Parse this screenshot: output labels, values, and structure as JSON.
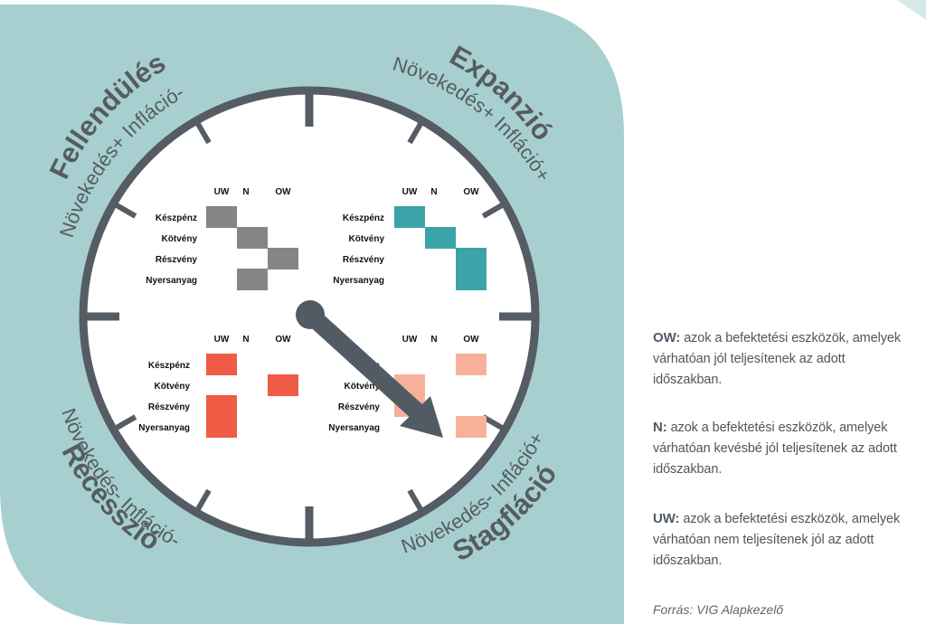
{
  "colors": {
    "background_panel": "#a7cfcf",
    "dial_face": "#ffffff",
    "dial_rim": "#555c63",
    "needle": "#525b64",
    "fellendules": "#858585",
    "expanzio": "#3aa4a9",
    "recesszio": "#f05b45",
    "stagflacio": "#f7b19b"
  },
  "quadrants": {
    "fellendules": {
      "title": "Fellendülés",
      "subtitle": "Növekedés+ Infláció-",
      "matrix": {
        "columns": [
          "UW",
          "N",
          "OW"
        ],
        "rows": [
          "Készpénz",
          "Kötvény",
          "Részvény",
          "Nyersanyag"
        ],
        "positions": [
          {
            "asset": "Készpénz",
            "rating": "UW"
          },
          {
            "asset": "Kötvény",
            "rating": "N"
          },
          {
            "asset": "Részvény",
            "rating": "OW"
          },
          {
            "asset": "Nyersanyag",
            "rating": "N"
          }
        ]
      }
    },
    "expanzio": {
      "title": "Expanzió",
      "subtitle": "Növekedés+ Infláció+",
      "matrix": {
        "columns": [
          "UW",
          "N",
          "OW"
        ],
        "rows": [
          "Készpénz",
          "Kötvény",
          "Részvény",
          "Nyersanyag"
        ],
        "positions": [
          {
            "asset": "Készpénz",
            "rating": "UW"
          },
          {
            "asset": "Kötvény",
            "rating": "N"
          },
          {
            "asset": "Részvény",
            "rating": "OW"
          },
          {
            "asset": "Nyersanyag",
            "rating": "OW"
          }
        ]
      }
    },
    "recesszio": {
      "title": "Recesszió",
      "subtitle": "Növekedés- Infláció-",
      "matrix": {
        "columns": [
          "UW",
          "N",
          "OW"
        ],
        "rows": [
          "Készpénz",
          "Kötvény",
          "Részvény",
          "Nyersanyag"
        ],
        "positions": [
          {
            "asset": "Készpénz",
            "rating": "UW"
          },
          {
            "asset": "Kötvény",
            "rating": "OW"
          },
          {
            "asset": "Részvény",
            "rating": "UW"
          },
          {
            "asset": "Nyersanyag",
            "rating": "UW"
          }
        ]
      }
    },
    "stagflacio": {
      "title": "Stagfláció",
      "subtitle": "Növekedés- Infláció+",
      "matrix": {
        "columns": [
          "UW",
          "N",
          "OW"
        ],
        "rows": [
          "Kés",
          "Kötvény",
          "Részvény",
          "Nyersanyag"
        ],
        "positions": [
          {
            "asset": "Kés",
            "rating": "OW"
          },
          {
            "asset": "Kötvény",
            "rating": "UW"
          },
          {
            "asset": "Részvény",
            "rating": "UW"
          },
          {
            "asset": "Nyersanyag",
            "rating": "OW"
          }
        ]
      }
    }
  },
  "legend": {
    "ow": {
      "key": "OW:",
      "text": "azok a befektetési eszközök, amelyek várhatóan jól teljesítenek az adott időszakban."
    },
    "n": {
      "key": "N:",
      "text": "azok a befektetési eszközök, amelyek várhatóan kevésbé jól teljesítenek az adott időszakban."
    },
    "uw": {
      "key": "UW:",
      "text": "azok a befektetési eszközök, amelyek várhatóan nem teljesítenek jól az adott időszakban."
    }
  },
  "source": "Forrás: VIG Alapkezelő"
}
